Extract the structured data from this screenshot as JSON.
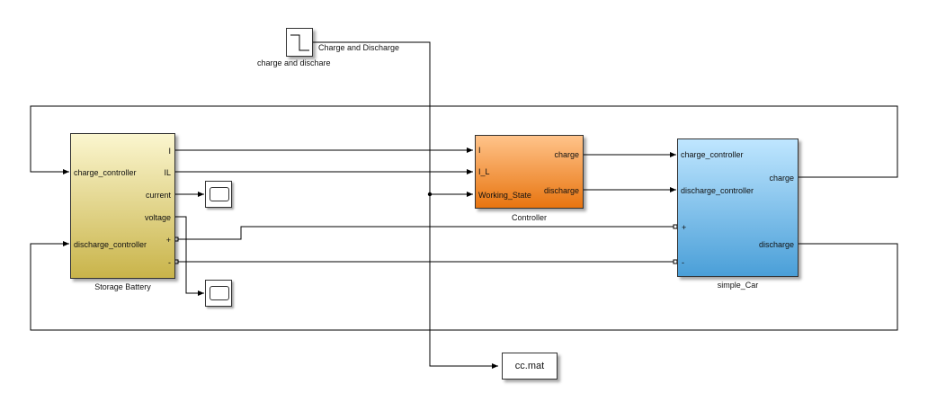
{
  "signal_source": {
    "signal_label": "Charge and Discharge",
    "block_name": "charge and dischare"
  },
  "battery": {
    "name": "Storage Battery",
    "inputs": [
      "charge_controller",
      "discharge_controller"
    ],
    "outputs": [
      "I",
      "IL",
      "current",
      "voltage",
      "+",
      "-"
    ],
    "colors": {
      "top": "#fbf6cf",
      "bottom": "#c9b44a"
    }
  },
  "controller": {
    "name": "Controller",
    "inputs": [
      "I",
      "I_L",
      "Working_State"
    ],
    "outputs": [
      "charge",
      "discharge"
    ],
    "colors": {
      "top": "#ffc38a",
      "bottom": "#e87510"
    }
  },
  "car": {
    "name": "simple_Car",
    "inputs": [
      "charge_controller",
      "discharge_controller",
      "+",
      "-"
    ],
    "outputs": [
      "charge",
      "discharge"
    ],
    "colors": {
      "top": "#bfe6ff",
      "bottom": "#4a9fd8"
    }
  },
  "sink": {
    "label": "cc.mat"
  }
}
